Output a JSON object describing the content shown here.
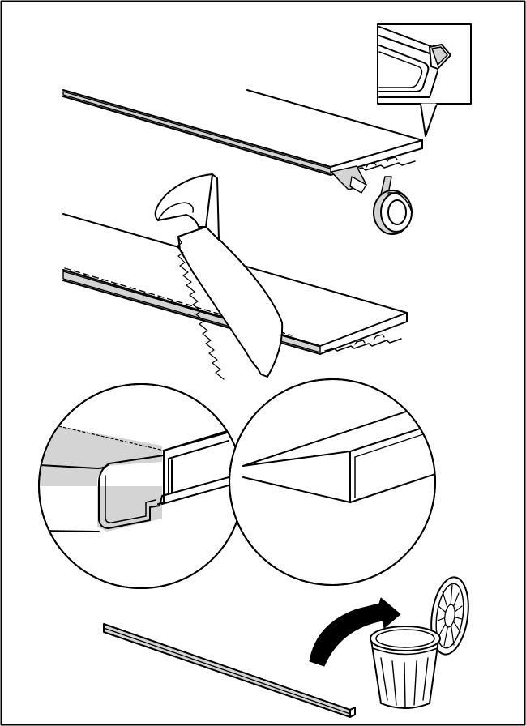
{
  "figure": {
    "panels": [
      {
        "id": "tape-step",
        "icon": "masking-tape-roll-icon"
      },
      {
        "id": "saw-step",
        "icon": "hand-saw-icon"
      },
      {
        "id": "edge-comparison",
        "icon": "magnifier-detail-icon"
      },
      {
        "id": "discard-step",
        "icon": "trash-bin-icon"
      }
    ]
  },
  "colors": {
    "line": "#000000",
    "fill_gray": "#d4d4d4",
    "background": "#ffffff"
  }
}
